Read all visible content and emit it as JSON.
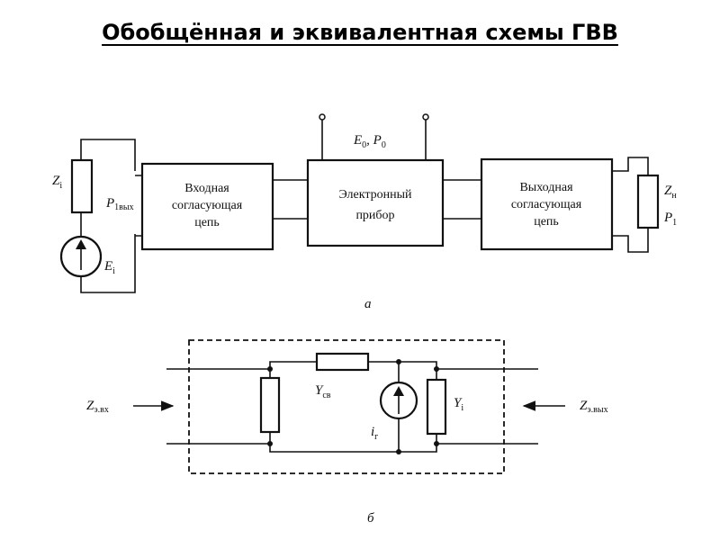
{
  "title": "Обобщённая и эквивалентная схемы ГВВ",
  "diagram_a": {
    "caption": "а",
    "input_block": [
      "Входная",
      "согласующая",
      "цепь"
    ],
    "device_block": [
      "Электронный",
      "прибор"
    ],
    "output_block": [
      "Выходная",
      "согласующая",
      "цепь"
    ],
    "supply_label": "E",
    "supply_sub": "0",
    "supply_label2": "P",
    "supply_sub2": "0",
    "source_z": "Z",
    "source_z_sub": "i",
    "source_e": "E",
    "source_e_sub": "i",
    "p_in": "P",
    "p_in_sub": "1вых",
    "load_z": "Z",
    "load_z_sub": "н",
    "load_p": "P",
    "load_p_sub": "1"
  },
  "diagram_b": {
    "caption": "б",
    "z_in": "Z",
    "z_in_sub": "э.вх",
    "z_out": "Z",
    "z_out_sub": "э.вых",
    "y_cb": "Y",
    "y_cb_sub": "св",
    "i_g": "i",
    "i_g_sub": "г",
    "y_i": "Y",
    "y_i_sub": "i"
  }
}
